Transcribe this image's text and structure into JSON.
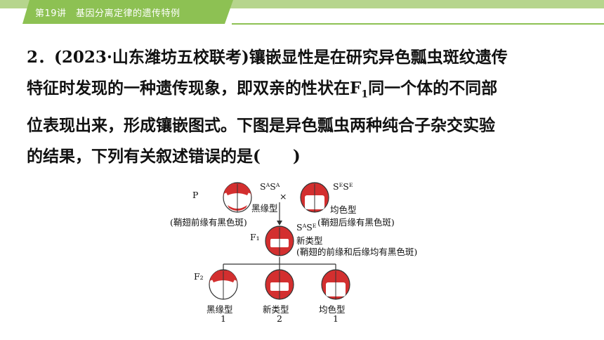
{
  "header": {
    "title": "第19讲　基因分离定律的遗传特例"
  },
  "question": {
    "line1": "2．(2023·山东潍坊五校联考)镶嵌显性是在研究异色瓢虫斑纹遗传",
    "line2_a": "特征时发现的一种遗传现象，即双亲的性状在F",
    "line2_sub": "1",
    "line2_b": "同一个体的不同部",
    "line3": "位表现出来，形成镶嵌图式。下图是异色瓢虫两种纯合子杂交实验",
    "line4": "的结果，下列有关叙述错误的是(　　)"
  },
  "diagram": {
    "p_label": "P",
    "p_left_genotype": "SᴬSᴬ",
    "cross_symbol": "×",
    "p_right_genotype": "SᴱSᴱ",
    "p_left_type": "黑缘型",
    "p_right_type": "均色型",
    "p_left_desc": "(鞘翅前缘有黑色斑)",
    "p_right_desc": "(鞘翅后缘有黑色斑)",
    "f1_label": "F₁",
    "f1_genotype": "SᴬSᴱ",
    "f1_type": "新类型",
    "f1_desc": "(鞘翅的前缘和后缘均有黑色斑)",
    "f2_label": "F₂",
    "f2": [
      {
        "type": "黑缘型",
        "ratio": "1"
      },
      {
        "type": "新类型",
        "ratio": "2"
      },
      {
        "type": "均色型",
        "ratio": "1"
      }
    ],
    "colors": {
      "red": "#d32f2f",
      "outline": "#333333"
    }
  }
}
